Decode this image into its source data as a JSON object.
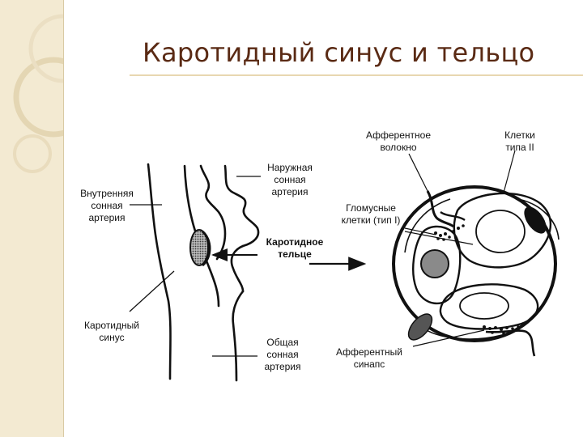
{
  "slide": {
    "title": "Каротидный синус и тельцо"
  },
  "labels": {
    "internal_carotid": "Внутренняя\nсонная\nартерия",
    "external_carotid": "Наружная\nсонная\nартерия",
    "carotid_body": "Каротидное\nтельце",
    "carotid_sinus": "Каротидный\nсинус",
    "common_carotid": "Общая\nсонная\nартерия",
    "afferent_fiber": "Афферентное\nволокно",
    "type2_cells": "Клетки\nтипа II",
    "glomus_cells": "Гломусные\nклетки (тип I)",
    "afferent_synapse": "Афферентный\nсинапс"
  },
  "colors": {
    "title": "#5a2a14",
    "band": "#f3ead2",
    "ink": "#111111"
  }
}
